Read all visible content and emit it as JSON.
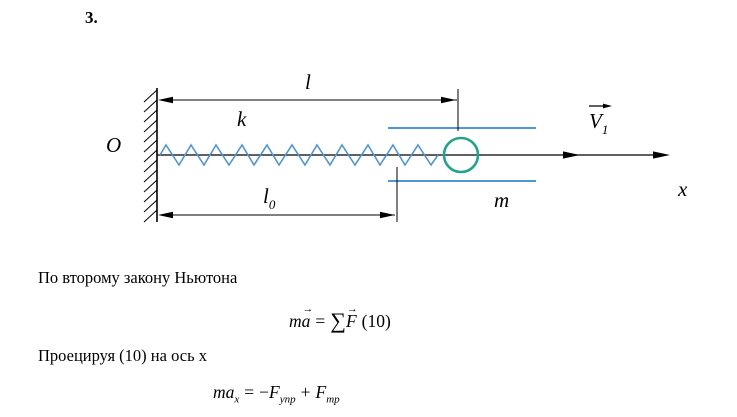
{
  "page": {
    "problem_number": "3.",
    "newton_text": "По второму закону Ньютона",
    "projection_text": "Проецируя (10) на ось x",
    "formula_newton": {
      "m": "m",
      "a": "a",
      "vec_arrow": "→",
      "equals": "=",
      "sum": "∑",
      "F": "F",
      "ref": "(10)"
    },
    "formula_projection": {
      "ma": "ma",
      "ma_sub": "x",
      "equals": "=",
      "minus": "−",
      "F1": "F",
      "F1_sub": "упр",
      "plus": "+",
      "F2": "F",
      "F2_sub": "тр"
    }
  },
  "diagram": {
    "labels": {
      "origin": "O",
      "spring_constant": "k",
      "length": "l",
      "natural_length": "l",
      "natural_length_sub": "0",
      "mass": "m",
      "velocity": "V",
      "velocity_sub": "1",
      "axis": "x"
    },
    "colors": {
      "spring": "#4e95d9",
      "guide": "#4e95d9",
      "ball": "#21a38d",
      "line": "#000000"
    }
  }
}
